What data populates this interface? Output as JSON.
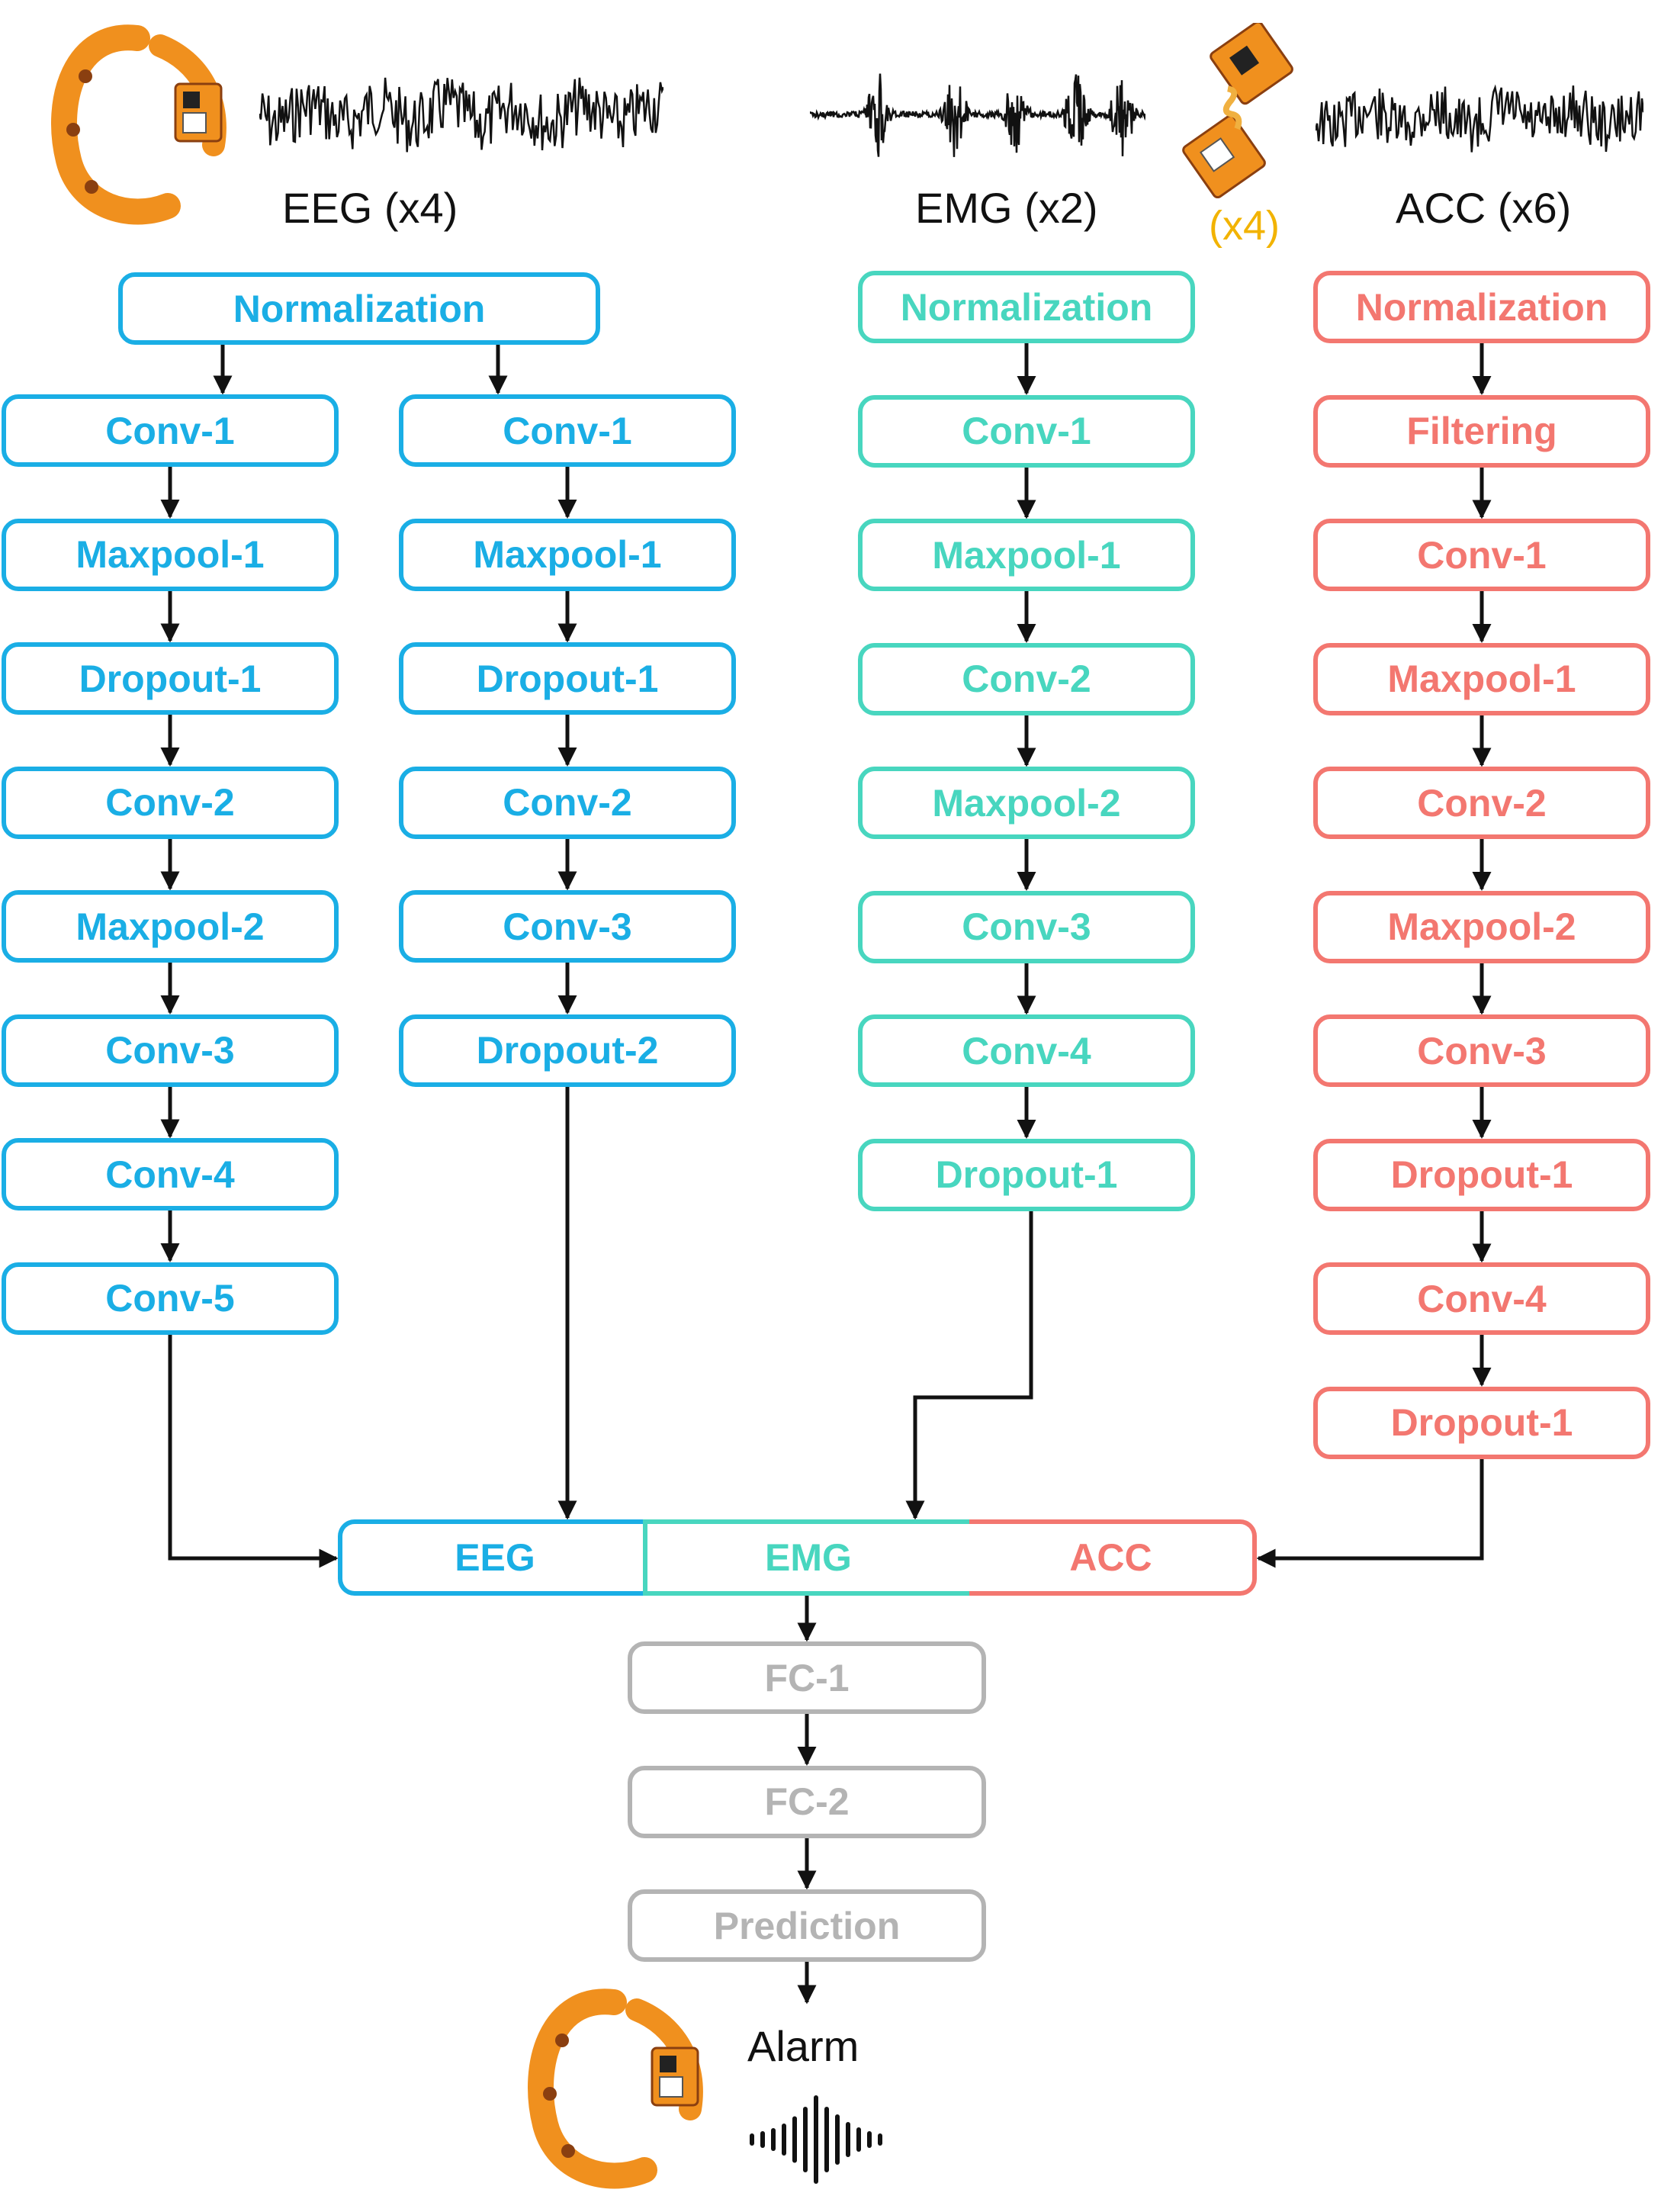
{
  "headers": {
    "eeg": "EEG (x4)",
    "emg": "EMG (x2)",
    "acc": "ACC (x6)",
    "patch_count": "(x4)"
  },
  "eeg_left": [
    "Conv-1",
    "Maxpool-1",
    "Dropout-1",
    "Conv-2",
    "Maxpool-2",
    "Conv-3",
    "Conv-4",
    "Conv-5"
  ],
  "eeg_norm": "Normalization",
  "eeg_right": [
    "Conv-1",
    "Maxpool-1",
    "Dropout-1",
    "Conv-2",
    "Conv-3",
    "Dropout-2"
  ],
  "emg_col": [
    "Normalization",
    "Conv-1",
    "Maxpool-1",
    "Conv-2",
    "Maxpool-2",
    "Conv-3",
    "Conv-4",
    "Dropout-1"
  ],
  "acc_col": [
    "Normalization",
    "Filtering",
    "Conv-1",
    "Maxpool-1",
    "Conv-2",
    "Maxpool-2",
    "Conv-3",
    "Dropout-1",
    "Conv-4",
    "Dropout-1"
  ],
  "concat": {
    "eeg": "EEG",
    "emg": "EMG",
    "acc": "ACC"
  },
  "head": [
    "FC-1",
    "FC-2",
    "Prediction"
  ],
  "alarm": "Alarm",
  "colors": {
    "eeg": "#1aaee5",
    "emg": "#48d6bf",
    "acc": "#f37770",
    "head": "#b4b4b4",
    "device": "#f0901e",
    "patch_label": "#f2b300"
  }
}
